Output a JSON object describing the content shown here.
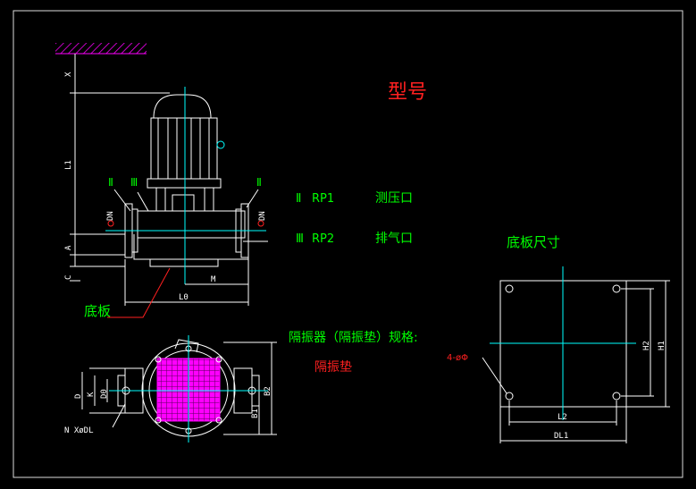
{
  "title": "型号",
  "ports": [
    {
      "mark": "Ⅱ",
      "code": "RP1",
      "desc": "测压口"
    },
    {
      "mark": "Ⅲ",
      "code": "RP2",
      "desc": "排气口"
    }
  ],
  "plate_title": "底板尺寸",
  "isolator_spec": "隔振器（隔振垫）规格:",
  "isolator_value": "隔振垫",
  "base_label": "底板",
  "mark_II": "Ⅱ",
  "mark_III": "Ⅲ",
  "dims": {
    "X": "X",
    "L1": "L1",
    "A": "A",
    "C": "C",
    "L0": "L0",
    "M": "M",
    "DN_left": "DN",
    "DN_right": "DN",
    "D": "D",
    "K": "K",
    "D0": "D0",
    "NxDL": "N XøDL",
    "B1": "B1",
    "B2": "B2",
    "H1": "H1",
    "H2": "H2",
    "L2": "L2",
    "DL1": "DL1",
    "holes": "4-øΦ"
  },
  "colors": {
    "background": "#000000",
    "line": "#ffffff",
    "center": "#00ffff",
    "green_text": "#00ff00",
    "red_text": "#ff2020",
    "magenta": "#ff00ff",
    "yellow": "#ffff00"
  }
}
